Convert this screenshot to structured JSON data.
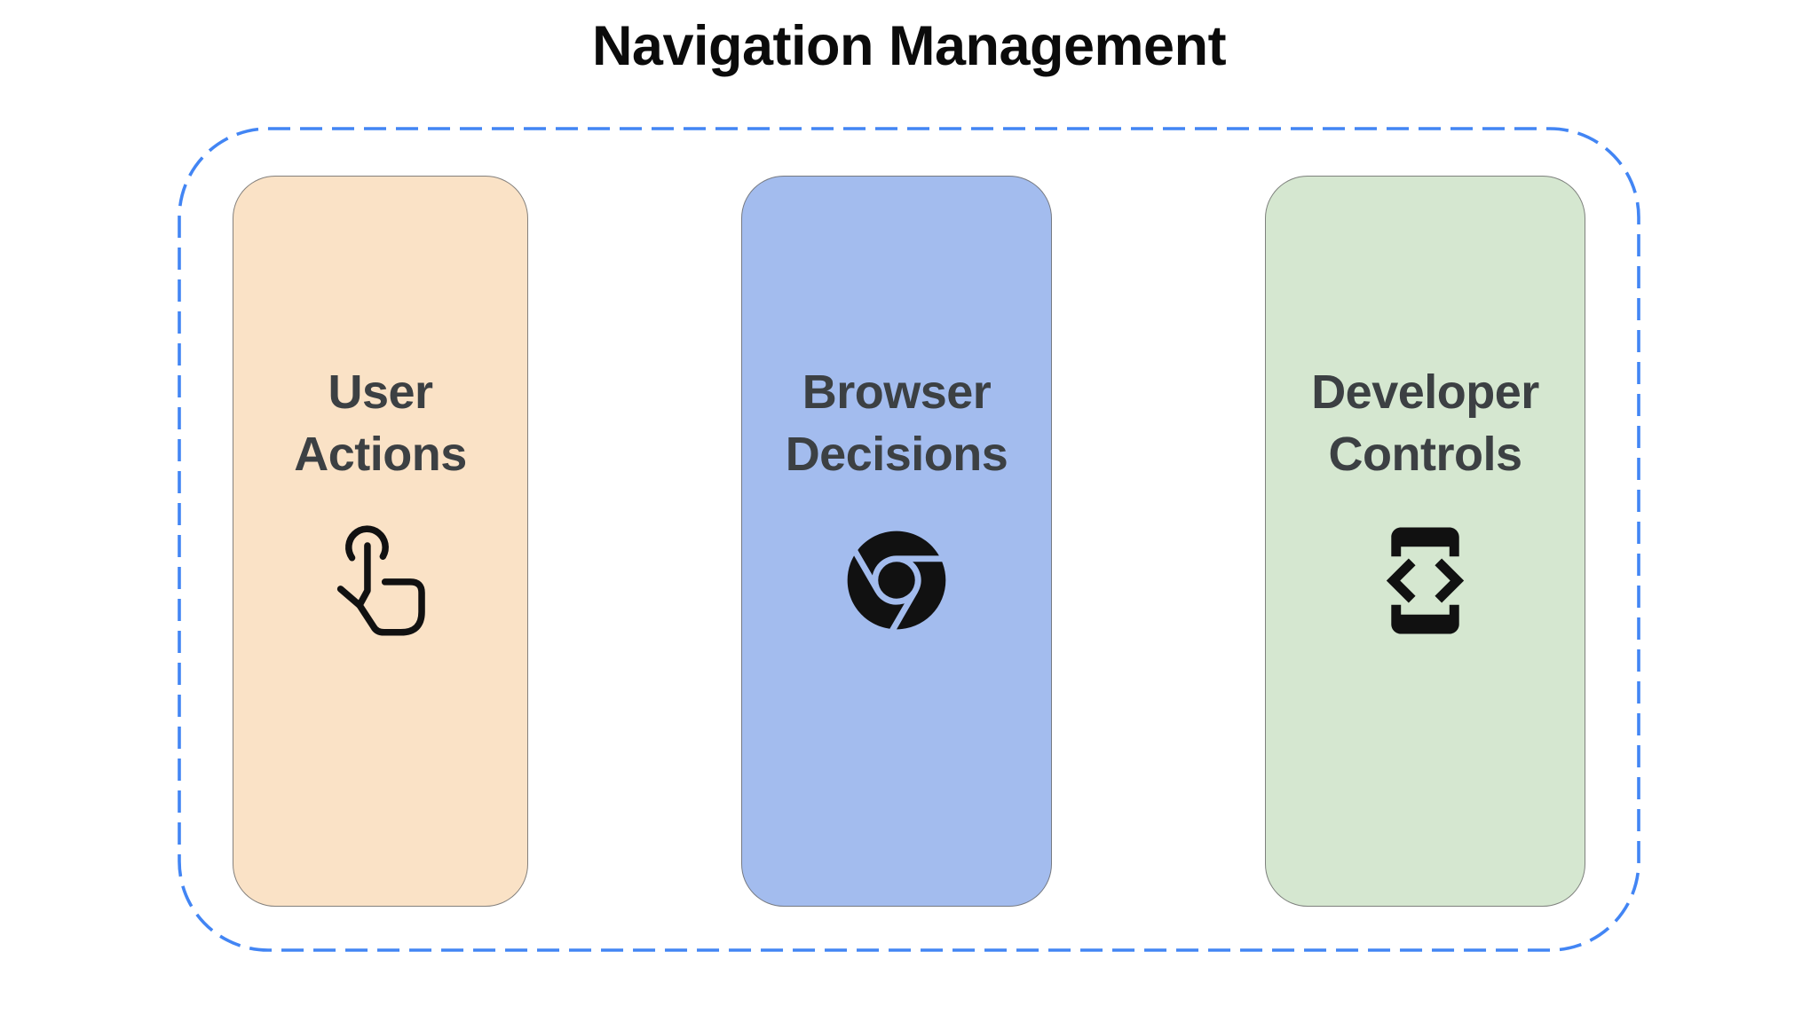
{
  "title": "Navigation Management",
  "container": {
    "border_color": "#4285F4",
    "border_style": "dashed"
  },
  "cards": [
    {
      "label": "User Actions",
      "icon": "touch-gesture-icon",
      "bg_color": "#FAE2C6"
    },
    {
      "label": "Browser Decisions",
      "icon": "chrome-icon",
      "bg_color": "#A3BCEE"
    },
    {
      "label": "Developer Controls",
      "icon": "developer-mode-icon",
      "bg_color": "#D5E7D0"
    }
  ],
  "colors": {
    "title_text": "#0B0B0B",
    "label_text": "#3C4043",
    "icon": "#111111",
    "card_border": "#6E6E6E"
  }
}
